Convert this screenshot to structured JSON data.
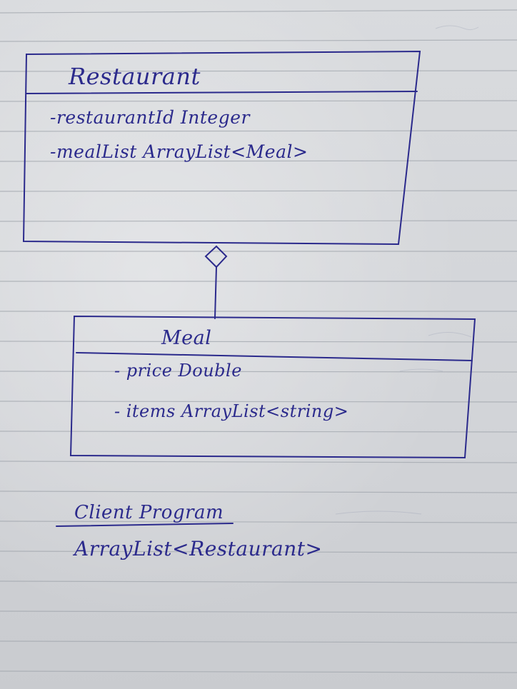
{
  "classes": [
    {
      "name": "Restaurant",
      "attributes": [
        "-restaurantId  Integer",
        "-mealList  ArrayList<Meal>"
      ]
    },
    {
      "name": "Meal",
      "attributes": [
        "- price  Double",
        "- items  ArrayList<string>"
      ]
    }
  ],
  "relationship": {
    "type": "aggregation",
    "whole": "Restaurant",
    "part": "Meal"
  },
  "client": {
    "title": "Client Program",
    "type": "ArrayList<Restaurant>"
  },
  "colors": {
    "ink": "#2b2a8c",
    "paper": "#d6d8db",
    "rule": "#9aa0a8"
  }
}
